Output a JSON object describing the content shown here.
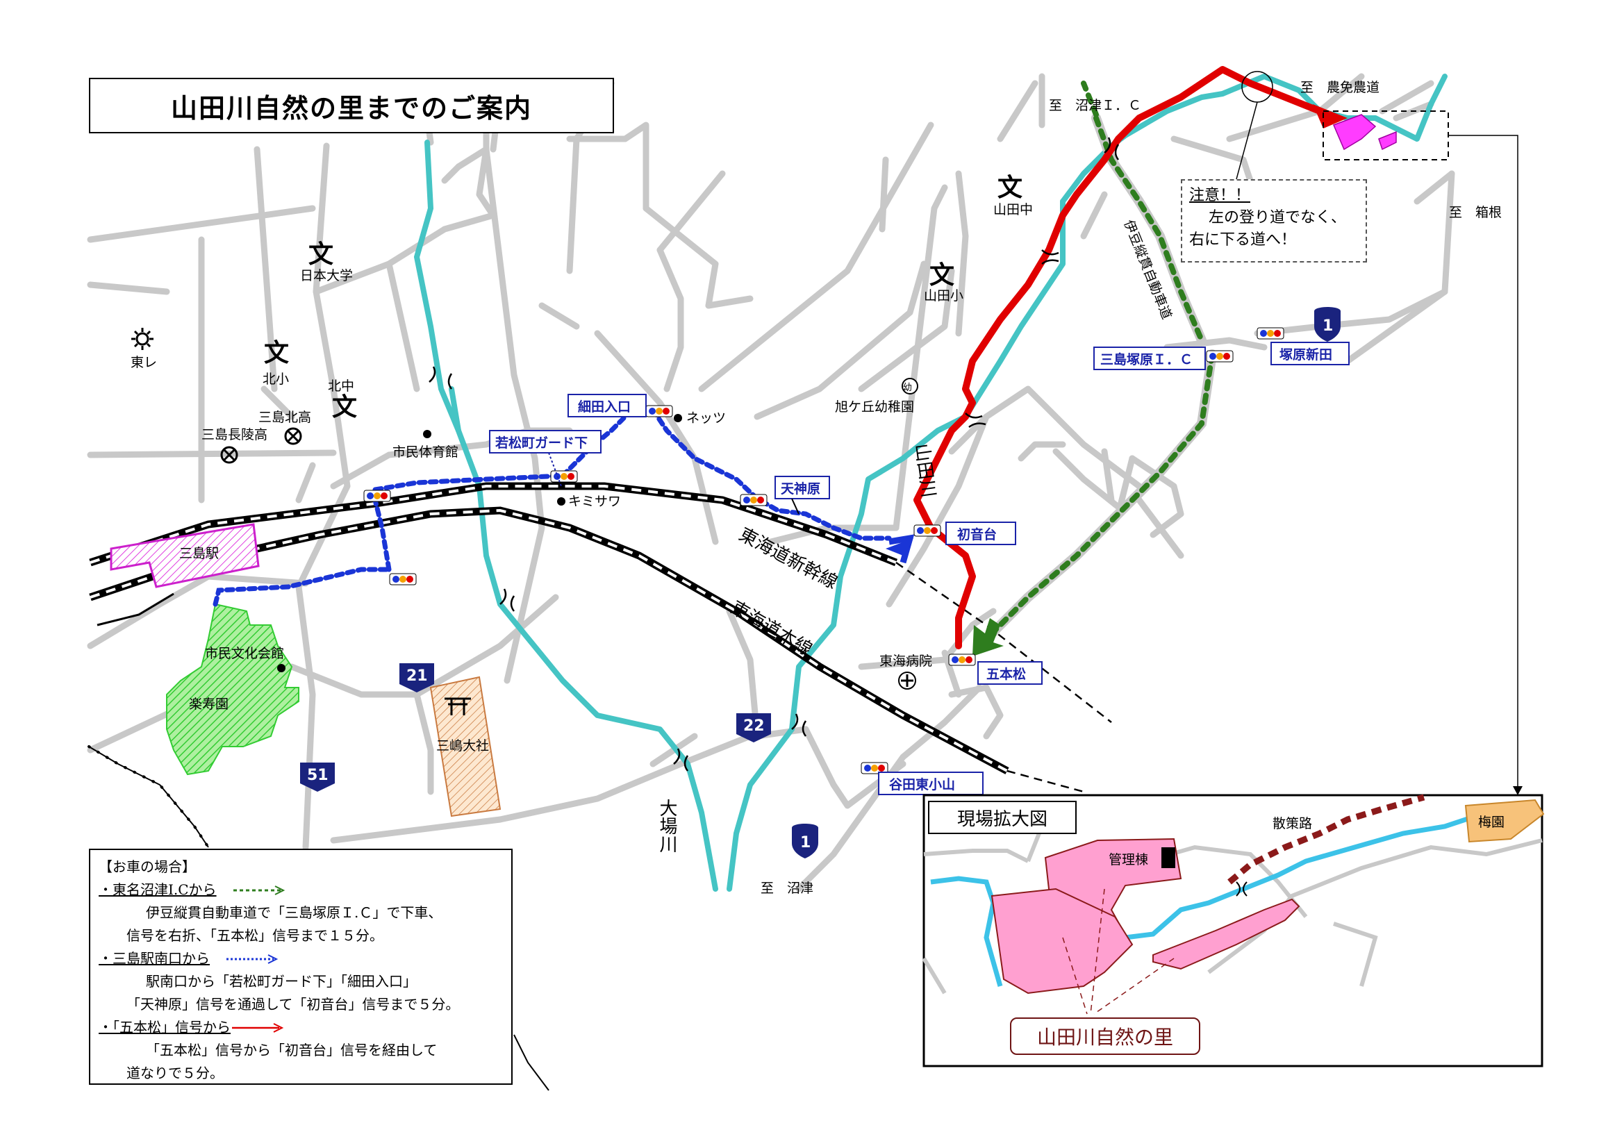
{
  "title": "山田川自然の里までのご案内",
  "note": {
    "heading": "注意！！",
    "line1": "左の登り道でなく、",
    "line2": "右に下る道へ！"
  },
  "places": {
    "to_numazu_ic": "至　沼津Ｉ．Ｃ",
    "to_nomen": "至　農免農道",
    "to_hakone": "至　箱根",
    "to_numazu": "至　沼津",
    "nihon_univ": "日本大学",
    "higashi_re": "東レ",
    "kitasho": "北小",
    "kitachu": "北中",
    "mishima_kita_hs": "三島北高",
    "mishima_choryo_hs": "三島長陵高",
    "gym": "市民体育館",
    "kimisawa": "キミサワ",
    "nettsu": "ネッツ",
    "yamada_chu": "山田中",
    "yamada_sho": "山田小",
    "kindergarten": "旭ケ丘幼稚園",
    "hospital": "東海病院",
    "mishima_station": "三島駅",
    "culture_hall": "市民文化会館",
    "rakujuen": "楽寿園",
    "mishima_taisha": "三嶋大社",
    "yamada_river": "山田川",
    "oba_river": "大場川",
    "shinkansen": "東海道新幹線",
    "honsen": "東海道本線",
    "expressway": "伊豆縦貫自動車道"
  },
  "signals": {
    "hosoda": "細田入口",
    "wakamatsu": "若松町ガード下",
    "tenjinbara": "天神原",
    "hatsunedai": "初音台",
    "gohonmatsu": "五本松",
    "mishima_tsukahara_ic": "三島塚原Ｉ．Ｃ",
    "tsukahara_shinden": "塚原新田",
    "yata_higashi_koyama": "谷田東小山"
  },
  "route_numbers": [
    "1",
    "1",
    "21",
    "22",
    "51"
  ],
  "legend": {
    "header": "【お車の場合】",
    "items": [
      {
        "heading": "・東名沼津I.Cから",
        "color": "#2e7d1e",
        "line1": "伊豆縦貫自動車道で「三島塚原Ｉ.Ｃ」で下車、",
        "line2": "信号を右折、「五本松」信号まで１５分。"
      },
      {
        "heading": "・三島駅南口から",
        "color": "#1a35d6",
        "line1": "駅南口から「若松町ガード下」「細田入口」",
        "line2": "「天神原」信号を通過して「初音台」信号まで５分。"
      },
      {
        "heading": "・「五本松」信号から",
        "color": "#e00000",
        "line1": "「五本松」信号から「初音台」信号を経由して",
        "line2": "道なりで５分。"
      }
    ]
  },
  "inset": {
    "title": "現場拡大図",
    "path_label": "散策路",
    "plum_garden": "梅園",
    "admin_building": "管理棟",
    "facility": "山田川自然の里"
  },
  "colors": {
    "road": "#c8c8c8",
    "river": "#45c4c4",
    "route_red": "#e00000",
    "route_blue": "#1a35d6",
    "route_green": "#2e7d1e",
    "destination": "#ff3cff",
    "facility": "#ffa0d0",
    "park": "#33cc33"
  }
}
